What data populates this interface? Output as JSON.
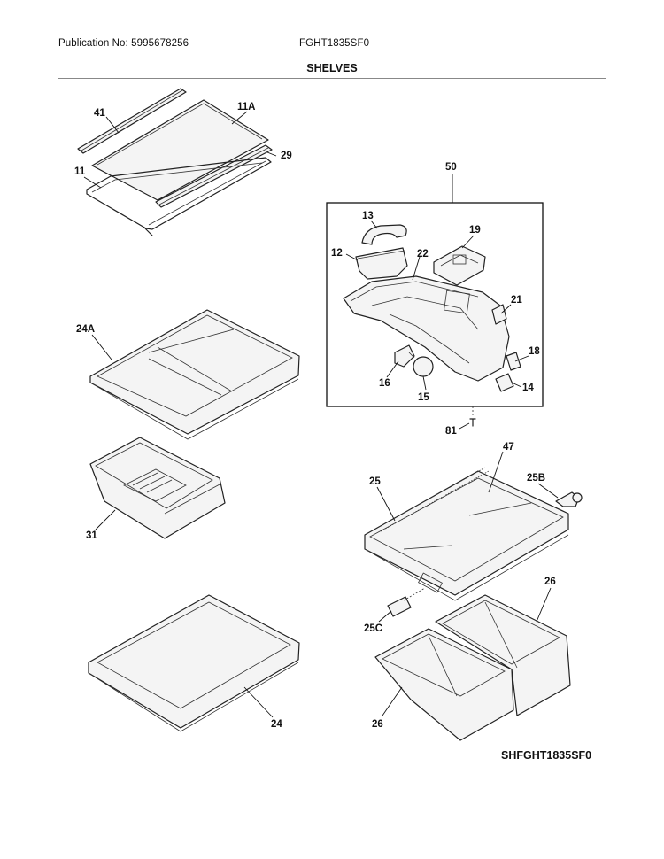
{
  "header": {
    "publication": "Publication No: 5995678256",
    "model": "FGHT1835SF0",
    "section_title": "SHELVES"
  },
  "footer": {
    "diagram_code": "SHFGHT1835SF0"
  },
  "callouts": {
    "c41": "41",
    "c11A": "11A",
    "c29": "29",
    "c11": "11",
    "c50": "50",
    "c13": "13",
    "c19": "19",
    "c12": "12",
    "c22": "22",
    "c21": "21",
    "c18": "18",
    "c16": "16",
    "c14": "14",
    "c15": "15",
    "c81": "81",
    "c24A": "24A",
    "c31": "31",
    "c47": "47",
    "c25": "25",
    "c25B": "25B",
    "c26a": "26",
    "c25C": "25C",
    "c26b": "26",
    "c24": "24"
  }
}
